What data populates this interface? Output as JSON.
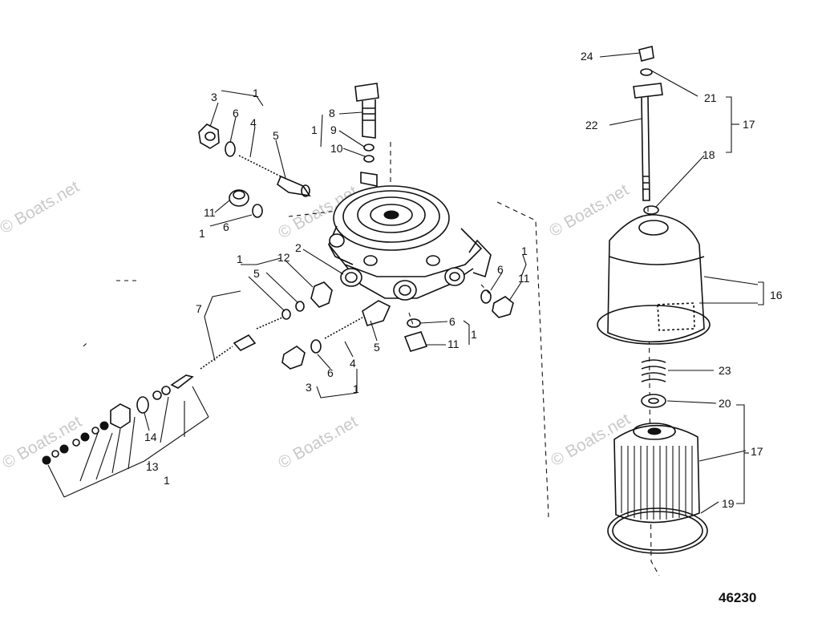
{
  "figure_number": "46230",
  "watermark": "© Boats.net",
  "labels": {
    "l3a": "3",
    "l6a": "6",
    "l4a": "4",
    "l5a": "5",
    "l1a": "1",
    "l8": "8",
    "l9": "9",
    "l10": "10",
    "l1b": "1",
    "l11a": "11",
    "l6b": "6",
    "l1c": "1",
    "l2": "2",
    "l1d": "1",
    "l12": "12",
    "l5b": "5",
    "l7": "7",
    "l6c": "6",
    "l11b": "11",
    "l1e": "1",
    "l6d": "6",
    "l1f": "1",
    "l11c": "11",
    "l5c": "5",
    "l4b": "4",
    "l6e": "6",
    "l3b": "3",
    "l1g": "1",
    "l14": "14",
    "l13": "13",
    "l1h": "1",
    "l24": "24",
    "l21": "21",
    "l22": "22",
    "l17a": "17",
    "l18": "18",
    "l16": "16",
    "l23": "23",
    "l20": "20",
    "l17b": "17",
    "l19": "19"
  },
  "colors": {
    "ink": "#111111",
    "watermark": "#c9c9c9",
    "background": "#ffffff"
  }
}
